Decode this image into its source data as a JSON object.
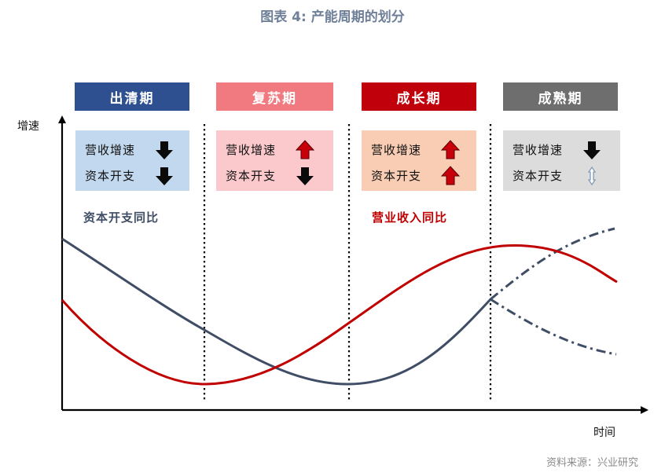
{
  "title": "图表 4:  产能周期的划分",
  "axes": {
    "y_label": "增速",
    "x_label": "时间"
  },
  "phases": [
    {
      "name": "出清期",
      "header_color": "#2e5090",
      "box_color": "#c2d8ee",
      "rows": [
        {
          "label": "营收增速",
          "direction": "down"
        },
        {
          "label": "资本开支",
          "direction": "down"
        }
      ]
    },
    {
      "name": "复苏期",
      "header_color": "#f07a80",
      "box_color": "#fbc9cc",
      "rows": [
        {
          "label": "营收增速",
          "direction": "up"
        },
        {
          "label": "资本开支",
          "direction": "down"
        }
      ]
    },
    {
      "name": "成长期",
      "header_color": "#c0000b",
      "box_color": "#f8cdb4",
      "rows": [
        {
          "label": "营收增速",
          "direction": "up"
        },
        {
          "label": "资本开支",
          "direction": "up"
        }
      ]
    },
    {
      "name": "成熟期",
      "header_color": "#6f6e6e",
      "box_color": "#dcdcdc",
      "rows": [
        {
          "label": "营收增速",
          "direction": "down"
        },
        {
          "label": "资本开支",
          "direction": "up-hollow"
        }
      ]
    }
  ],
  "series": [
    {
      "name": "资本开支同比",
      "color": "#3f4d65"
    },
    {
      "name": "营业收入同比",
      "color": "#c00000"
    }
  ],
  "source": "资料来源：兴业研究"
}
